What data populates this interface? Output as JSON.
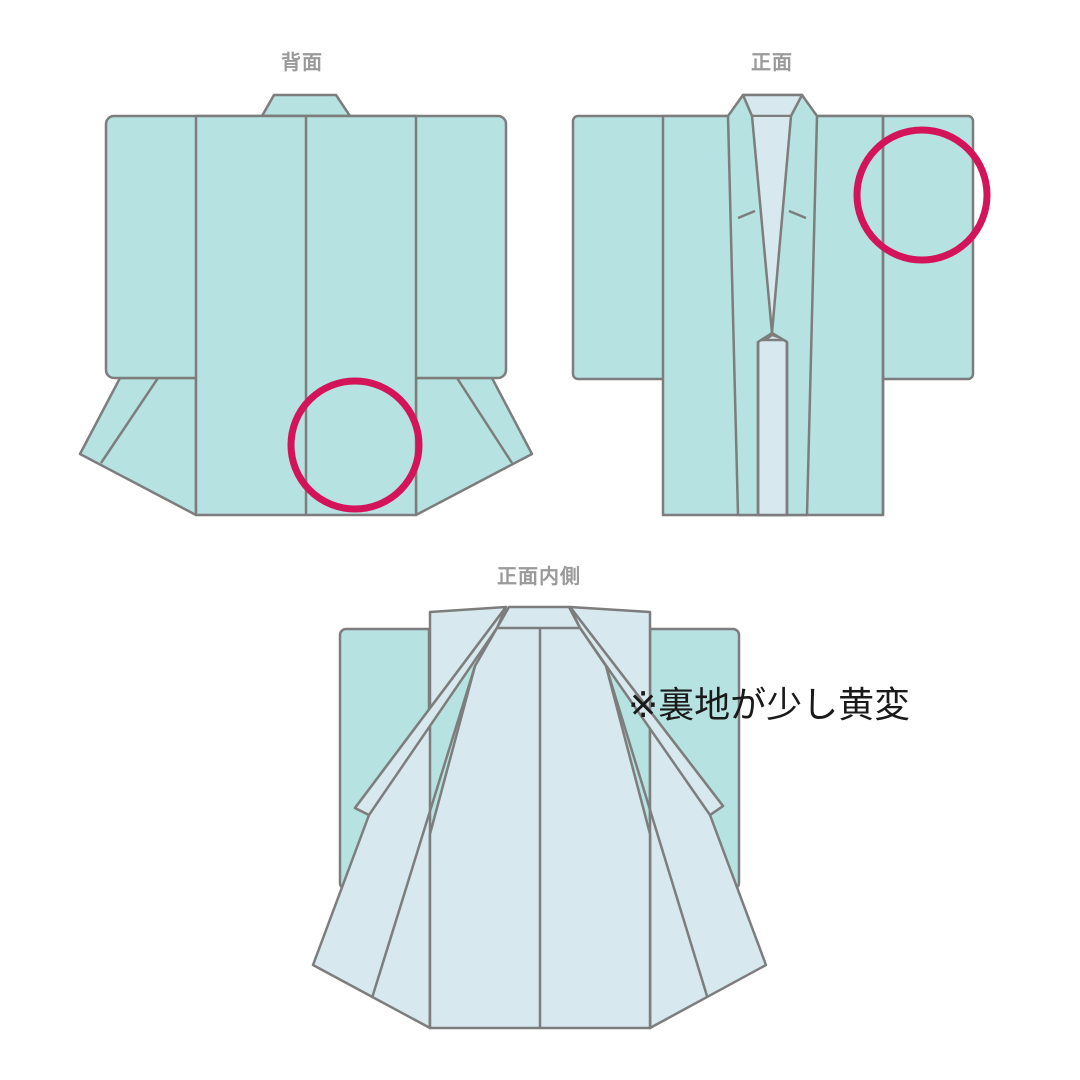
{
  "labels": {
    "back": "背面",
    "front": "正面",
    "inside": "正面内側"
  },
  "note": "※裏地が少し黄変",
  "colors": {
    "outer_fabric": "#b6e3e1",
    "lining": "#d7e8ef",
    "outline": "#7d7d7d",
    "marker": "#d4145a",
    "label_text": "#9a9a9a"
  },
  "markers": [
    {
      "view": "back",
      "location": "lower right back panel"
    },
    {
      "view": "front",
      "location": "right sleeve"
    }
  ]
}
